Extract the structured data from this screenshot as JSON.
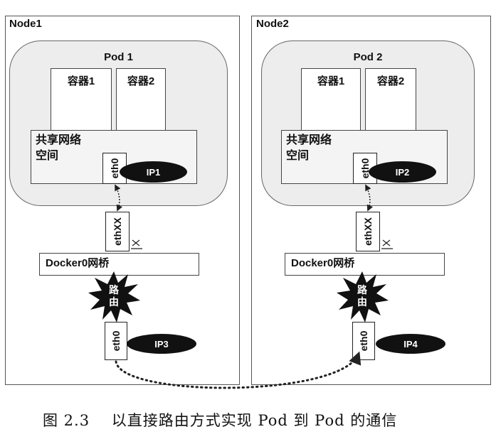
{
  "nodes": [
    {
      "label": "Node1",
      "pod": "Pod 1",
      "container_a": "容器1",
      "container_b": "容器2",
      "netns_line1": "共享网络",
      "netns_line2": "空间",
      "pod_eth": "eth0",
      "pod_ip": "IP1",
      "veth": "ethXX",
      "bridge": "Docker0网桥",
      "router": "路由",
      "node_eth": "eth0",
      "node_ip": "IP3"
    },
    {
      "label": "Node2",
      "pod": "Pod 2",
      "container_a": "容器1",
      "container_b": "容器2",
      "netns_line1": "共享网络",
      "netns_line2": "空间",
      "pod_eth": "eth0",
      "pod_ip": "IP2",
      "veth": "ethXX",
      "bridge": "Docker0网桥",
      "router": "路由",
      "node_eth": "eth0",
      "node_ip": "IP4"
    }
  ],
  "caption": {
    "number": "图 2.3",
    "text": "以直接路由方式实现 Pod 到 Pod 的通信"
  },
  "colors": {
    "ip_fill": "#111111",
    "pod_fill": "#ededed",
    "line": "#222222"
  }
}
